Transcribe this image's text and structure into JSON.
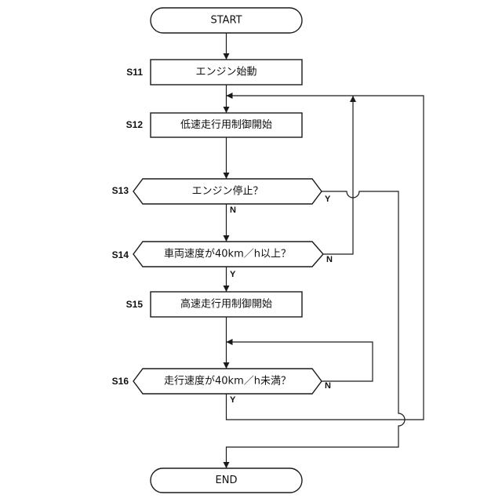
{
  "flowchart": {
    "start": "START",
    "end": "END",
    "steps": [
      {
        "label": "S11",
        "text": "エンジン始動"
      },
      {
        "label": "S12",
        "text": "低速走行用制御開始"
      },
      {
        "label": "S13",
        "text": "エンジン停止？",
        "yes_label": "Y",
        "no_label": "N"
      },
      {
        "label": "S14",
        "text": "車両速度が40km／h以上？",
        "yes_label": "Y",
        "no_label": "N"
      },
      {
        "label": "S15",
        "text": "高速走行用制御開始"
      },
      {
        "label": "S16",
        "text": "走行速度が40km／h未満？",
        "yes_label": "Y",
        "no_label": "N"
      }
    ]
  }
}
